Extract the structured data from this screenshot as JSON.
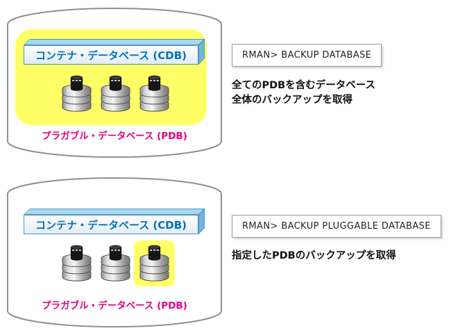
{
  "colors": {
    "cdb_text": "#0070c0",
    "pdb_text": "#e4007f",
    "highlight_yellow": "#ffff66",
    "cdb_box_top": "#a8d9ef",
    "cylinder_stroke": "#8f8f8f"
  },
  "icons": {
    "database": "database-icon",
    "container_cylinder": "cylinder-outline"
  },
  "diagram1": {
    "cdb_label": "コンテナ・データベース (CDB)",
    "pdb_label": "プラガブル・データベース (PDB)",
    "command": "RMAN> BACKUP DATABASE",
    "description_line1": "全てのPDBを含むデータベース",
    "description_line2": "全体のバックアップを取得"
  },
  "diagram2": {
    "cdb_label": "コンテナ・データベース (CDB)",
    "pdb_label": "プラガブル・データベース (PDB)",
    "command": "RMAN> BACKUP PLUGGABLE DATABASE",
    "description_line1": "指定したPDBのバックアップを取得"
  }
}
